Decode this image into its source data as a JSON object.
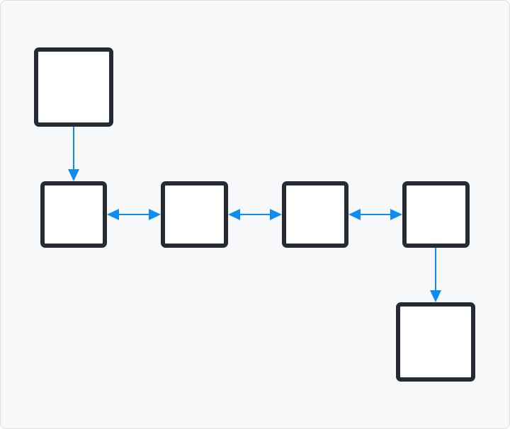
{
  "colors": {
    "background": "#f7f8fa",
    "border": "#dcdfe3",
    "node_stroke": "#252a33",
    "node_fill": "#ffffff",
    "connector": "#0d8cf2"
  },
  "diagram": {
    "nodes": [
      {
        "id": "n1",
        "label": ""
      },
      {
        "id": "n2",
        "label": ""
      },
      {
        "id": "n3",
        "label": ""
      },
      {
        "id": "n4",
        "label": ""
      },
      {
        "id": "n5",
        "label": ""
      },
      {
        "id": "n6",
        "label": ""
      }
    ],
    "edges": [
      {
        "from": "n1",
        "to": "n2",
        "direction": "forward"
      },
      {
        "from": "n2",
        "to": "n3",
        "direction": "both"
      },
      {
        "from": "n3",
        "to": "n4",
        "direction": "both"
      },
      {
        "from": "n4",
        "to": "n5",
        "direction": "both"
      },
      {
        "from": "n5",
        "to": "n6",
        "direction": "forward"
      }
    ]
  }
}
